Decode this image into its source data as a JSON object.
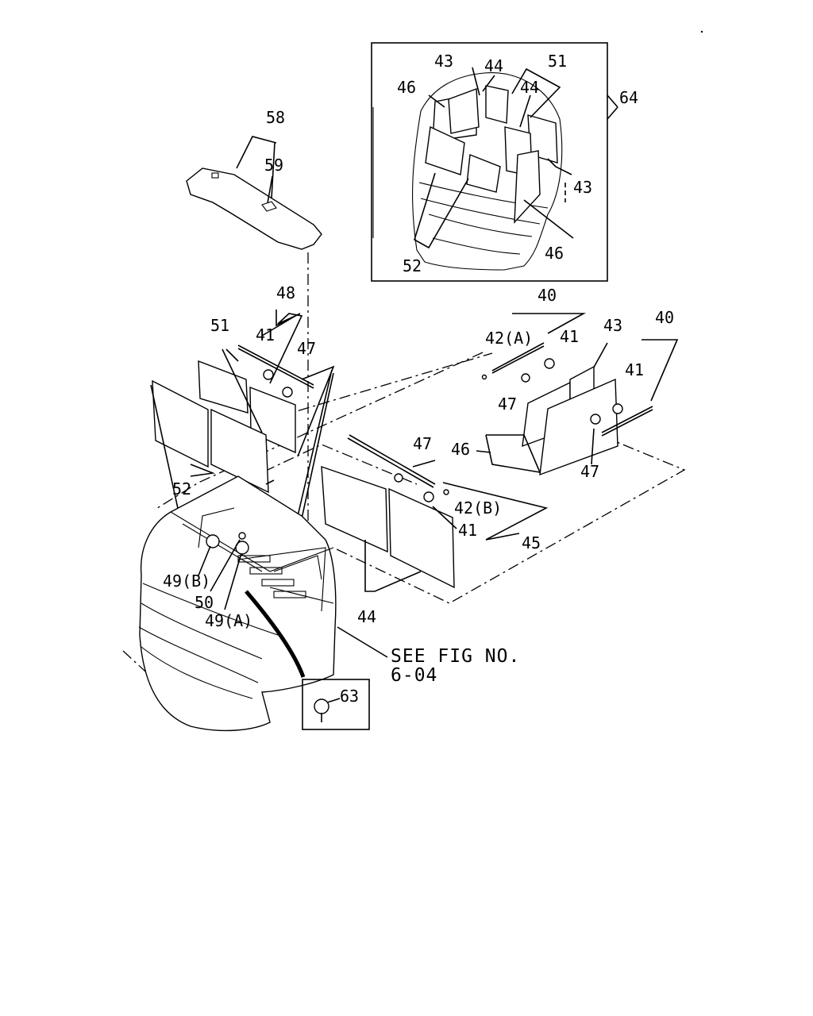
{
  "labels": {
    "inset_box": "64",
    "inset_43_top": "43",
    "inset_44_top": "44",
    "inset_51": "51",
    "inset_46_left": "46",
    "inset_44_mid": "44",
    "inset_43_right": "43",
    "inset_46_bottom": "46",
    "inset_52": "52",
    "lid_58": "58",
    "lid_59": "59",
    "kit_48": "48",
    "left_51": "51",
    "left_41": "41",
    "left_47": "47",
    "left_52": "52",
    "right_40_top": "40",
    "right_42a": "42(A)",
    "right_41_top": "41",
    "right_43": "43",
    "right_40": "40",
    "right_41_mid": "41",
    "right_47_top": "47",
    "right_46": "46",
    "right_47_bottom": "47",
    "mid_47": "47",
    "mid_42b": "42(B)",
    "mid_41": "41",
    "mid_45": "45",
    "mid_44": "44",
    "part_49b": "49(B)",
    "part_50": "50",
    "part_49a": "49(A)",
    "part_63": "63",
    "see_fig_line1": "SEE FIG NO.",
    "see_fig_line2": "6-04"
  }
}
